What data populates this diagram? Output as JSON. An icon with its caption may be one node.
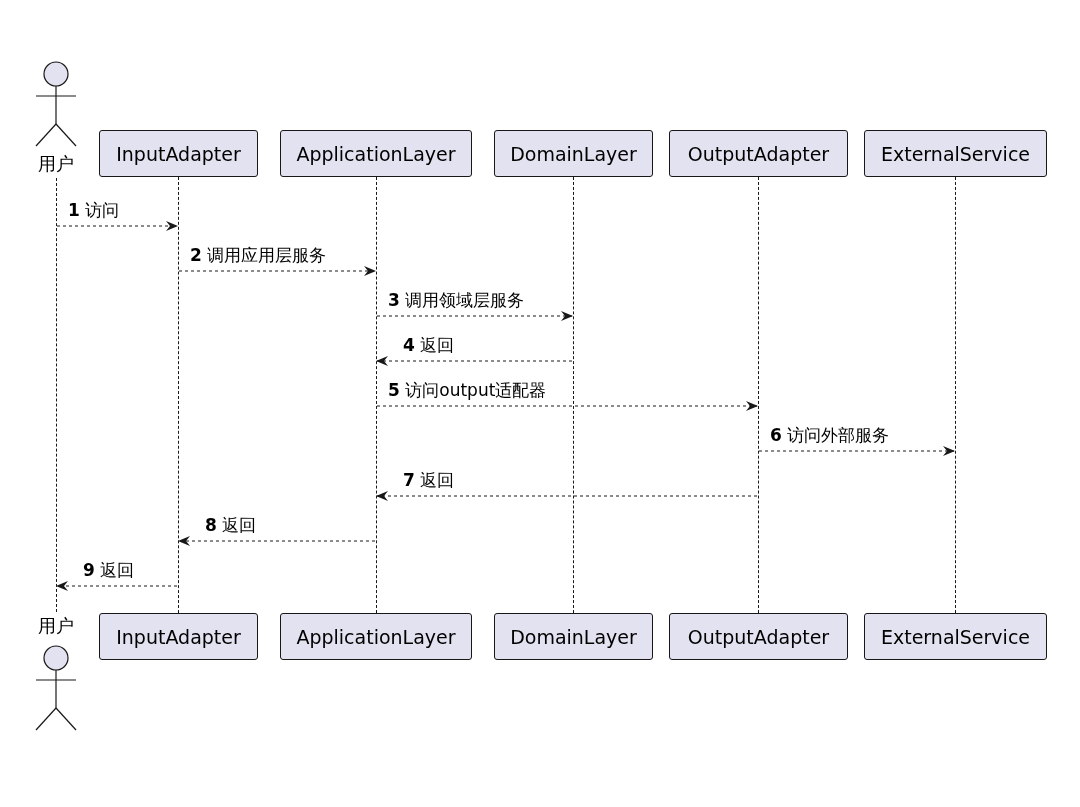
{
  "diagram": {
    "nodes": [
      {
        "text": [
          "用户"
        ]
      },
      {
        "text": [
          "InputAdapter"
        ]
      },
      {
        "text": [
          "ApplicationLayer"
        ]
      },
      {
        "text": [
          "DomainLayer"
        ]
      },
      {
        "text": [
          "OutputAdapter"
        ]
      },
      {
        "text": [
          "ExternalService"
        ]
      },
      {
        "text": [
          "用户"
        ]
      },
      {
        "text": [
          "InputAdapter"
        ]
      },
      {
        "text": [
          "ApplicationLayer"
        ]
      },
      {
        "text": [
          "DomainLayer"
        ]
      },
      {
        "text": [
          "OutputAdapter"
        ]
      },
      {
        "text": [
          "ExternalService"
        ]
      },
      {
        "text": [],
        "shape": "line"
      },
      {
        "text": [],
        "shape": "line"
      },
      {
        "text": [],
        "shape": "line"
      },
      {
        "text": [],
        "shape": "line"
      },
      {
        "text": [],
        "shape": "line"
      },
      {
        "text": [],
        "shape": "line"
      }
    ],
    "edges": [
      {
        "from": 12,
        "to": 13,
        "arrow": "to",
        "label": "**1** 访问",
        "style": "dashed"
      },
      {
        "from": 13,
        "to": 14,
        "arrow": "to",
        "label": "**2** 调用应用层服务",
        "style": "dashed"
      },
      {
        "from": 14,
        "to": 15,
        "arrow": "to",
        "label": "**3** 调用领域层服务",
        "style": "dashed"
      },
      {
        "from": 15,
        "to": 14,
        "arrow": "to",
        "label": "**4** 返回",
        "style": "dashed"
      },
      {
        "from": 14,
        "to": 16,
        "arrow": "to",
        "label": "**5** 访问output适配器",
        "style": "dashed"
      },
      {
        "from": 16,
        "to": 17,
        "arrow": "to",
        "label": "**6** 访问外部服务",
        "style": "dashed"
      },
      {
        "from": 16,
        "to": 14,
        "arrow": "to",
        "label": "**7** 返回",
        "style": "dashed"
      },
      {
        "from": 14,
        "to": 13,
        "arrow": "to",
        "label": "**8** 返回",
        "style": "dashed"
      },
      {
        "from": 13,
        "to": 12,
        "arrow": "to",
        "label": "**9** 返回",
        "style": "dashed"
      }
    ]
  }
}
